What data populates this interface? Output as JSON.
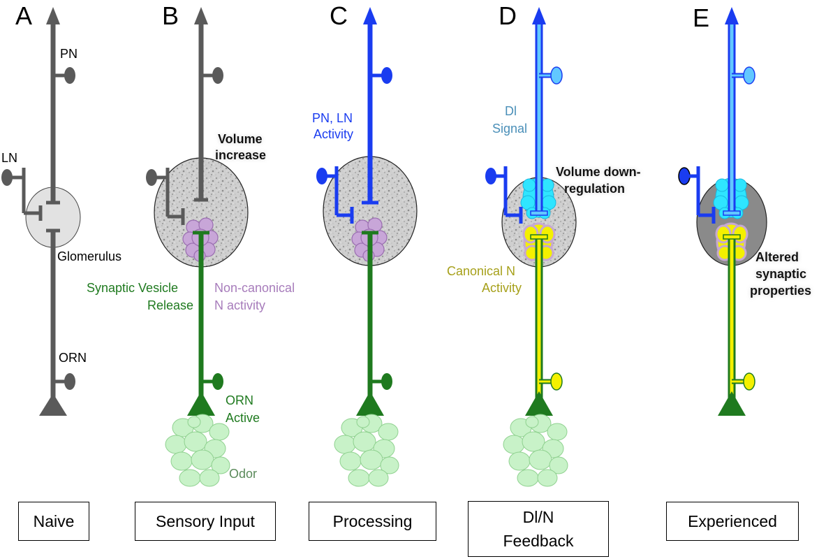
{
  "panels": [
    {
      "letter": "A",
      "caption": "Naive",
      "labels": {
        "pn": "PN",
        "ln": "LN",
        "glomerulus": "Glomerulus",
        "orn": "ORN"
      }
    },
    {
      "letter": "B",
      "caption": "Sensory Input",
      "labels": {
        "volume_1": "Volume",
        "volume_2": "increase",
        "svr_1": "Synaptic Vesicle",
        "svr_2": "Release",
        "noncanon_1": "Non-canonical",
        "noncanon_2": "N activity",
        "orn_1": "ORN",
        "orn_2": "Active",
        "odor": "Odor"
      }
    },
    {
      "letter": "C",
      "caption": "Processing",
      "labels": {
        "pnln_1": "PN, LN",
        "pnln_2": "Activity"
      }
    },
    {
      "letter": "D",
      "caption_1": "Dl/N",
      "caption_2": "Feedback",
      "labels": {
        "dl_1": "Dl",
        "dl_2": "Signal",
        "voldown_1": "Volume down-",
        "voldown_2": "regulation",
        "canon_1": "Canonical N",
        "canon_2": "Activity"
      }
    },
    {
      "letter": "E",
      "caption": "Experienced",
      "labels": {
        "alt_1": "Altered",
        "alt_2": "synaptic",
        "alt_3": "properties"
      }
    }
  ],
  "colors": {
    "naive_gray": "#5a5a5a",
    "orn_green": "#1f7a1f",
    "pn_blue": "#1a3cf0",
    "dl_lightblue": "#62c8ff",
    "cyan_blob": "#2fe5ff",
    "yellow_blob": "#f4f000",
    "noncanon_purple": "#c8a6d8",
    "odor_green": "#c8f2c8"
  }
}
